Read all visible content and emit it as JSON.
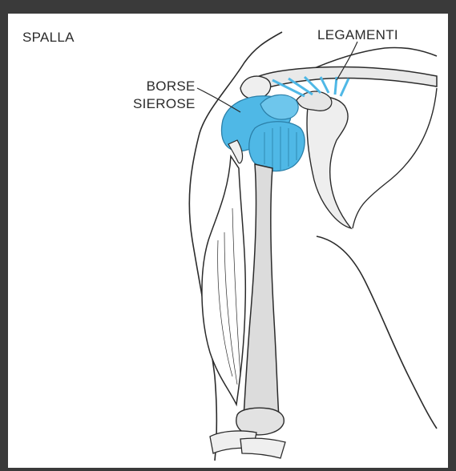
{
  "title": "SPALLA",
  "labels": {
    "ligaments": "LEGAMENTI",
    "bursae_line1": "BORSE",
    "bursae_line2": "SIEROSE"
  },
  "colors": {
    "frame": "#3a3a3a",
    "bursa_fill": "#4fb8e6",
    "line": "#2b2b2b",
    "bone_shade": "#d9d9d9"
  }
}
